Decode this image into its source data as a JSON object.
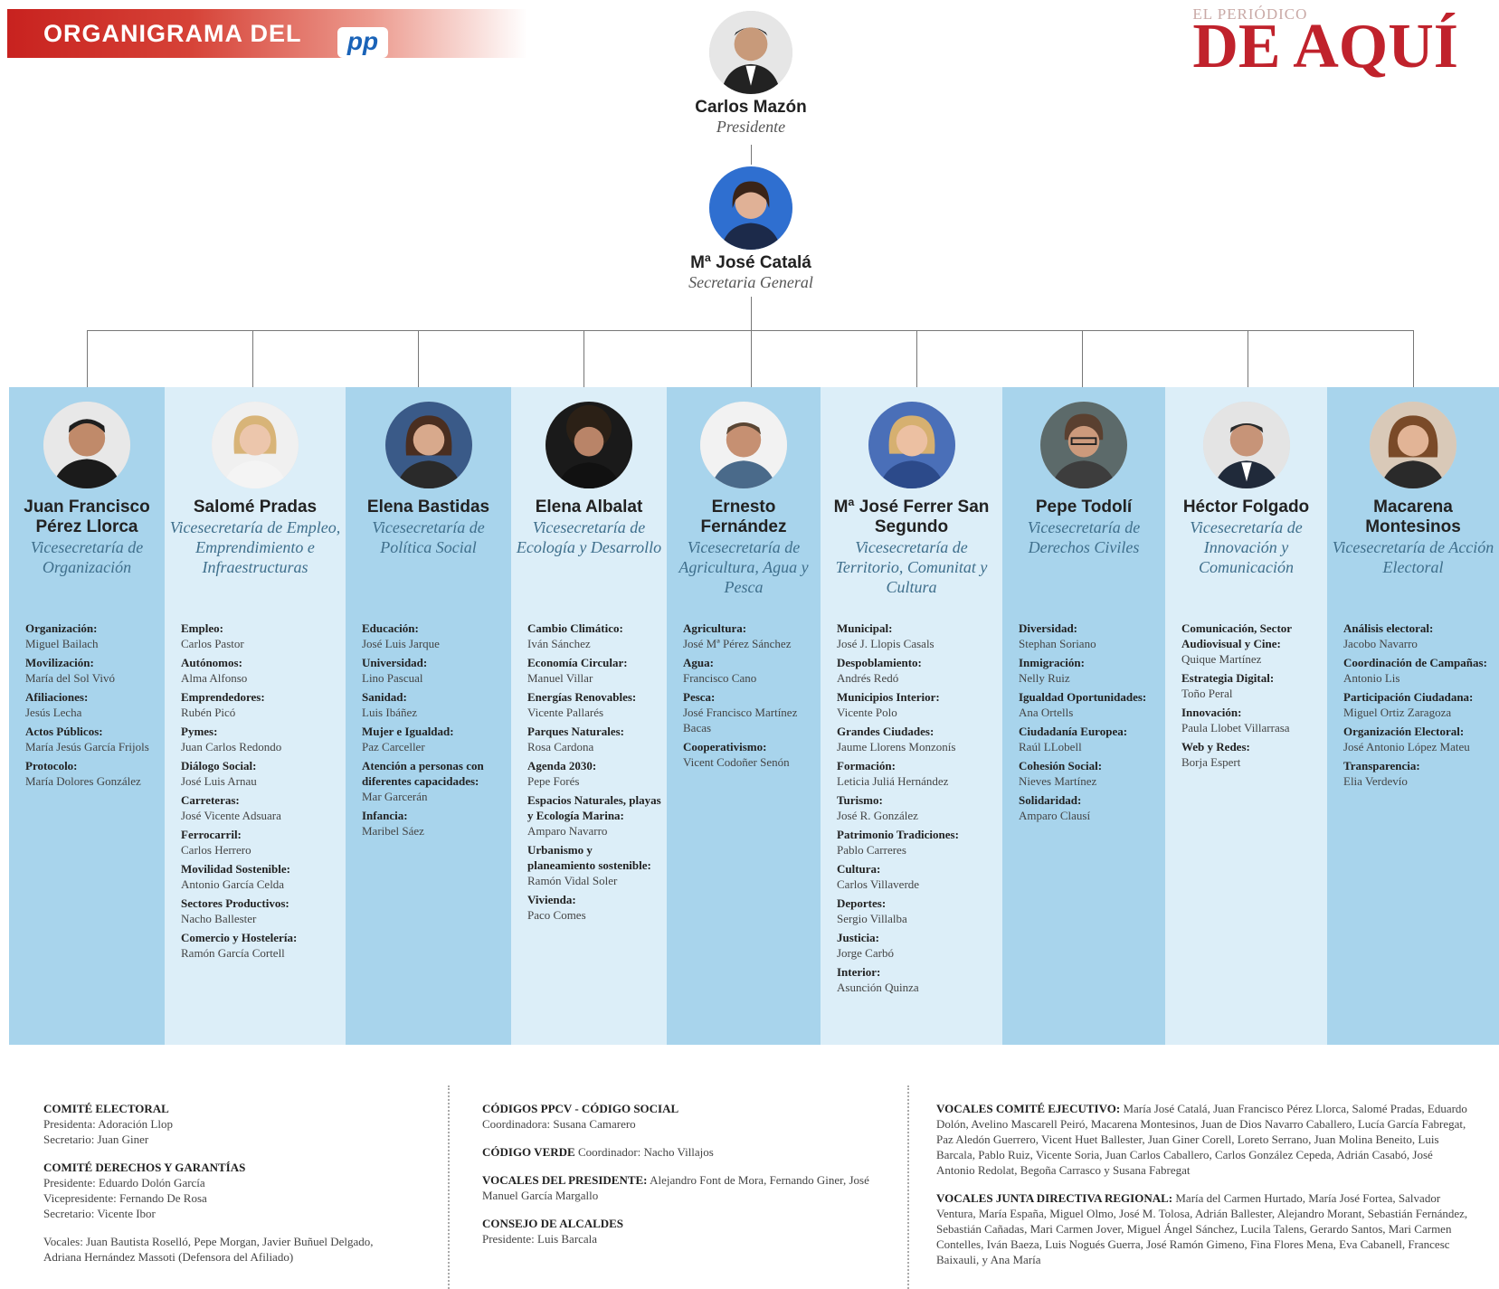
{
  "header": {
    "banner_title": "ORGANIGRAMA DEL",
    "party_logo_text": "pp",
    "publication_top": "EL PERIÓDICO",
    "publication_name": "DE AQUÍ"
  },
  "president": {
    "name": "Carlos Mazón",
    "role": "Presidente"
  },
  "secretary": {
    "name": "Mª José Catalá",
    "role": "Secretaria General"
  },
  "vicesecretaries": [
    {
      "name": "Juan Francisco Pérez Llorca",
      "role": "Vicesecretaría de Organización",
      "items": [
        {
          "label": "Organización:",
          "value": "Miguel Bailach"
        },
        {
          "label": "Movilización:",
          "value": "María del Sol Vivó"
        },
        {
          "label": "Afiliaciones:",
          "value": "Jesús Lecha"
        },
        {
          "label": "Actos Públicos:",
          "value": "María Jesús García Frijols"
        },
        {
          "label": "Protocolo:",
          "value": "María Dolores González"
        }
      ]
    },
    {
      "name": "Salomé Pradas",
      "role": "Vicesecretaría de Empleo, Emprendimiento e Infraestructuras",
      "items": [
        {
          "label": "Empleo:",
          "value": "Carlos Pastor"
        },
        {
          "label": "Autónomos:",
          "value": "Alma Alfonso"
        },
        {
          "label": "Emprendedores:",
          "value": "Rubén Picó"
        },
        {
          "label": "Pymes:",
          "value": "Juan Carlos Redondo"
        },
        {
          "label": "Diálogo Social:",
          "value": "José Luis Arnau"
        },
        {
          "label": "Carreteras:",
          "value": "José Vicente Adsuara"
        },
        {
          "label": "Ferrocarril:",
          "value": "Carlos Herrero"
        },
        {
          "label": "Movilidad Sostenible:",
          "value": "Antonio García Celda"
        },
        {
          "label": "Sectores Productivos:",
          "value": "Nacho Ballester"
        },
        {
          "label": "Comercio y Hostelería:",
          "value": "Ramón García Cortell"
        }
      ]
    },
    {
      "name": "Elena Bastidas",
      "role": "Vicesecretaría de Política Social",
      "items": [
        {
          "label": "Educación:",
          "value": "José Luis Jarque"
        },
        {
          "label": "Universidad:",
          "value": "Lino Pascual"
        },
        {
          "label": "Sanidad:",
          "value": "Luis Ibáñez"
        },
        {
          "label": "Mujer e Igualdad:",
          "value": "Paz Carceller"
        },
        {
          "label": "Atención a personas con diferentes capacidades:",
          "value": "Mar Garcerán"
        },
        {
          "label": "Infancia:",
          "value": "Maribel Sáez"
        }
      ]
    },
    {
      "name": "Elena Albalat",
      "role": "Vicesecretaría de Ecología y Desarrollo",
      "items": [
        {
          "label": "Cambio Climático:",
          "value": "Iván Sánchez"
        },
        {
          "label": "Economía Circular:",
          "value": "Manuel Villar"
        },
        {
          "label": "Energías Renovables:",
          "value": "Vicente Pallarés"
        },
        {
          "label": "Parques Naturales:",
          "value": "Rosa Cardona"
        },
        {
          "label": "Agenda 2030:",
          "value": "Pepe Forés"
        },
        {
          "label": "Espacios Naturales, playas y Ecología Marina:",
          "value": "Amparo Navarro"
        },
        {
          "label": "Urbanismo y planeamiento sostenible:",
          "value": "Ramón Vidal Soler"
        },
        {
          "label": "Vivienda:",
          "value": "Paco Comes"
        }
      ]
    },
    {
      "name": "Ernesto Fernández",
      "role": "Vicesecretaría de Agricultura, Agua y Pesca",
      "items": [
        {
          "label": "Agricultura:",
          "value": "José Mª Pérez Sánchez"
        },
        {
          "label": "Agua:",
          "value": "Francisco Cano"
        },
        {
          "label": "Pesca:",
          "value": "José Francisco Martínez Bacas"
        },
        {
          "label": "Cooperativismo:",
          "value": "Vicent Codoñer Senón"
        }
      ]
    },
    {
      "name": "Mª José Ferrer San Segundo",
      "role": "Vicesecretaría de Territorio, Comunitat y Cultura",
      "items": [
        {
          "label": "Municipal:",
          "value": "José J. Llopis Casals"
        },
        {
          "label": "Despoblamiento:",
          "value": "Andrés Redó"
        },
        {
          "label": "Municipios Interior:",
          "value": "Vicente Polo"
        },
        {
          "label": "Grandes Ciudades:",
          "value": "Jaume Llorens Monzonís"
        },
        {
          "label": "Formación:",
          "value": "Leticia Juliá Hernández"
        },
        {
          "label": "Turismo:",
          "value": "José R. González"
        },
        {
          "label": "Patrimonio Tradiciones:",
          "value": "Pablo Carreres"
        },
        {
          "label": "Cultura:",
          "value": "Carlos Villaverde"
        },
        {
          "label": "Deportes:",
          "value": "Sergio Villalba"
        },
        {
          "label": "Justicia:",
          "value": "Jorge Carbó"
        },
        {
          "label": "Interior:",
          "value": "Asunción Quinza"
        }
      ]
    },
    {
      "name": "Pepe Todolí",
      "role": "Vicesecretaría de Derechos Civiles",
      "items": [
        {
          "label": "Diversidad:",
          "value": "Stephan Soriano"
        },
        {
          "label": "Inmigración:",
          "value": "Nelly Ruiz"
        },
        {
          "label": "Igualdad Oportunidades:",
          "value": "Ana Ortells"
        },
        {
          "label": "Ciudadanía Europea:",
          "value": "Raúl LLobell"
        },
        {
          "label": "Cohesión Social:",
          "value": "Nieves Martínez"
        },
        {
          "label": "Solidaridad:",
          "value": "Amparo Clausí"
        }
      ]
    },
    {
      "name": "Héctor Folgado",
      "role": "Vicesecretaría de Innovación y Comunicación",
      "items": [
        {
          "label": "Comunicación, Sector Audiovisual y Cine:",
          "value": "Quique Martínez"
        },
        {
          "label": "Estrategia Digital:",
          "value": "Toño Peral"
        },
        {
          "label": "Innovación:",
          "value": "Paula Llobet Villarrasa"
        },
        {
          "label": "Web y Redes:",
          "value": "Borja Espert"
        }
      ]
    },
    {
      "name": "Macarena Montesinos",
      "role": "Vicesecretaría de Acción Electoral",
      "items": [
        {
          "label": "Análisis electoral:",
          "value": "Jacobo Navarro"
        },
        {
          "label": "Coordinación de Campañas:",
          "value": "Antonio Lis"
        },
        {
          "label": "Participación Ciudadana:",
          "value": "Miguel Ortiz Zaragoza"
        },
        {
          "label": "Organización Electoral:",
          "value": "José Antonio López Mateu"
        },
        {
          "label": "Transparencia:",
          "value": "Elia Verdevío"
        }
      ]
    }
  ],
  "footer": {
    "col1": [
      {
        "title": "COMITÉ ELECTORAL",
        "lines": [
          "Presidenta: Adoración Llop",
          "Secretario: Juan Giner"
        ]
      },
      {
        "title": "COMITÉ DERECHOS Y GARANTÍAS",
        "lines": [
          "Presidente: Eduardo Dolón García",
          "Vicepresidente: Fernando De Rosa",
          "Secretario: Vicente Ibor"
        ]
      },
      {
        "title": "",
        "lines": [
          "Vocales: Juan Bautista Roselló, Pepe Morgan, Javier Buñuel Delgado, Adriana Hernández Massoti (Defensora del Afiliado)"
        ]
      }
    ],
    "col2": [
      {
        "title": "CÓDIGOS PPCV - CÓDIGO SOCIAL",
        "lines": [
          "Coordinadora: Susana Camarero"
        ]
      },
      {
        "title": "CÓDIGO VERDE",
        "inline": "Coordinador: Nacho Villajos"
      },
      {
        "title": "VOCALES DEL PRESIDENTE:",
        "inline": "Alejandro Font de Mora, Fernando Giner, José Manuel García Margallo"
      },
      {
        "title": "CONSEJO DE ALCALDES",
        "lines": [
          "Presidente: Luis Barcala"
        ]
      }
    ],
    "col3": [
      {
        "title": "VOCALES COMITÉ EJECUTIVO:",
        "inline": "María José Catalá, Juan Francisco Pérez Llorca, Salomé Pradas, Eduardo Dolón, Avelino Mascarell Peiró, Macarena Montesinos, Juan de Dios Navarro Caballero, Lucía García Fabregat, Paz Aledón Guerrero, Vicent Huet Ballester, Juan Giner Corell, Loreto Serrano, Juan Molina Beneito, Luis Barcala, Pablo Ruiz, Vicente Soria, Juan Carlos Caballero, Carlos González Cepeda, Adrián Casabó, José Antonio Redolat, Begoña Carrasco y Susana Fabregat"
      },
      {
        "title": "VOCALES JUNTA DIRECTIVA REGIONAL:",
        "inline": "María del Carmen Hurtado, María José Fortea, Salvador Ventura, María España, Miguel Olmo, José M. Tolosa, Adrián Ballester, Alejandro Morant, Sebastián Fernández, Sebastián Cañadas, Mari Carmen Jover, Miguel Ángel Sánchez, Lucila Talens, Gerardo Santos, Mari Carmen Contelles, Iván Baeza, Luis Nogués Guerra, José Ramón Gimeno, Fina Flores Mena, Eva Cabanell, Francesc Baixauli, y Ana María"
      }
    ]
  },
  "colors": {
    "banner_red": "#c8221f",
    "col_dark": "#a8d4ec",
    "col_light": "#dceef8",
    "masthead_red": "#c0222c",
    "pp_blue": "#1a63b8"
  }
}
